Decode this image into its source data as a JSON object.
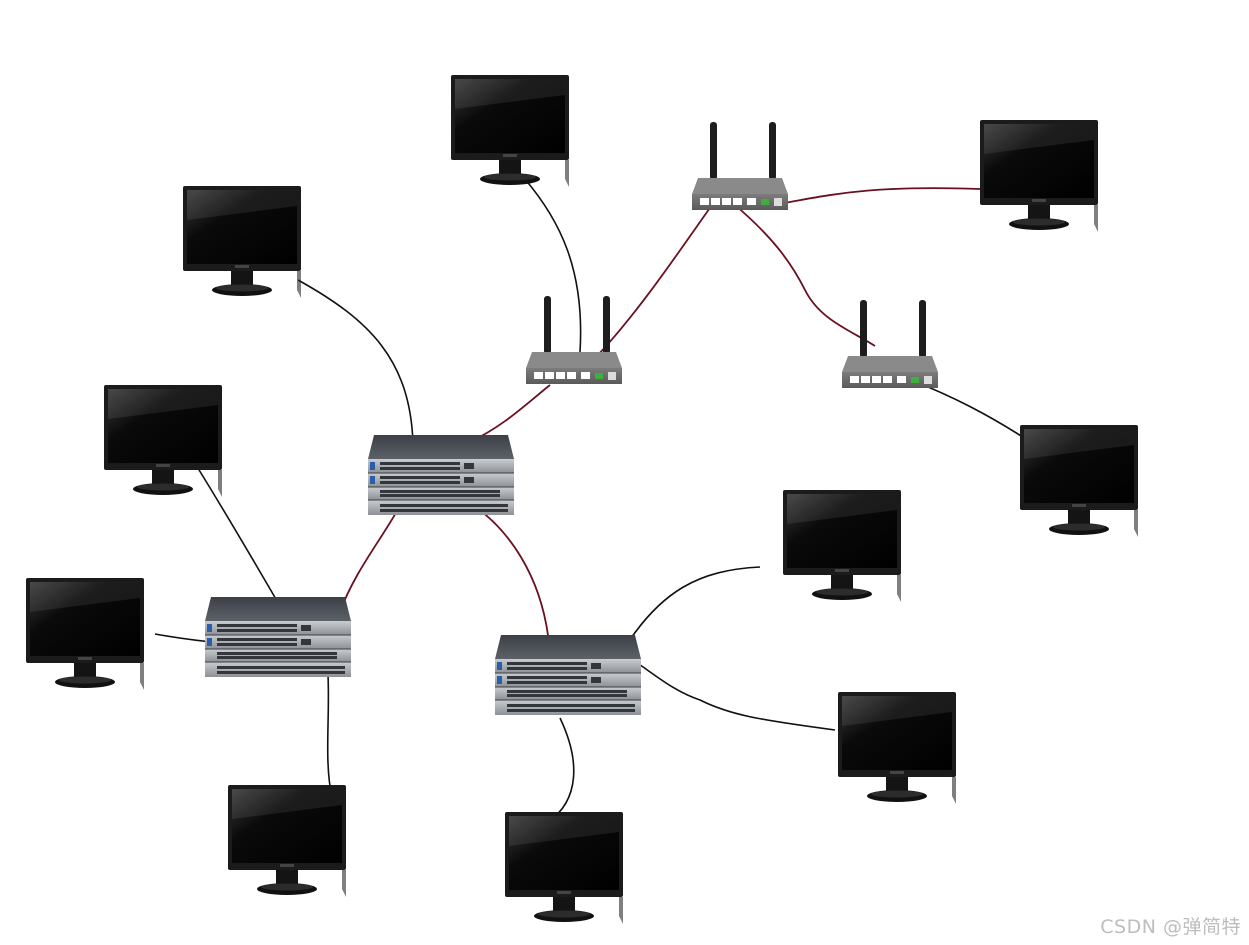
{
  "watermark": "CSDN @弹简特",
  "colors": {
    "pc_link": "#111111",
    "backbone_link": "#6a1020",
    "screen": "#050505",
    "bezel": "#1b1b1b",
    "device_body": "#6e6e6e",
    "switch_body": "#4a4f55"
  },
  "icons": {
    "computer": "monitor-icon",
    "router": "wireless-router-icon",
    "switch": "network-switch-icon"
  },
  "devices": {
    "computers": [
      {
        "id": "pc-1"
      },
      {
        "id": "pc-2"
      },
      {
        "id": "pc-3"
      },
      {
        "id": "pc-4"
      },
      {
        "id": "pc-5"
      },
      {
        "id": "pc-6"
      },
      {
        "id": "pc-7"
      },
      {
        "id": "pc-8"
      },
      {
        "id": "pc-9"
      },
      {
        "id": "pc-10"
      },
      {
        "id": "pc-11"
      }
    ],
    "routers": [
      {
        "id": "router-1"
      },
      {
        "id": "router-2"
      },
      {
        "id": "router-3"
      }
    ],
    "switches": [
      {
        "id": "switch-core"
      },
      {
        "id": "switch-left"
      },
      {
        "id": "switch-right"
      }
    ]
  },
  "links": [
    {
      "from": "pc-1",
      "to": "router-1",
      "type": "pc"
    },
    {
      "from": "router-1",
      "to": "router-2",
      "type": "backbone"
    },
    {
      "from": "router-2",
      "to": "pc-2",
      "type": "backbone"
    },
    {
      "from": "router-2",
      "to": "router-3",
      "type": "backbone"
    },
    {
      "from": "router-3",
      "to": "pc-3",
      "type": "pc"
    },
    {
      "from": "pc-4",
      "to": "switch-core",
      "type": "pc"
    },
    {
      "from": "switch-core",
      "to": "router-1",
      "type": "backbone"
    },
    {
      "from": "switch-core",
      "to": "switch-left",
      "type": "backbone"
    },
    {
      "from": "switch-core",
      "to": "switch-right",
      "type": "backbone"
    },
    {
      "from": "pc-5",
      "to": "switch-left",
      "type": "pc"
    },
    {
      "from": "pc-6",
      "to": "switch-left",
      "type": "pc"
    },
    {
      "from": "pc-7",
      "to": "switch-left",
      "type": "pc"
    },
    {
      "from": "pc-8",
      "to": "switch-right",
      "type": "pc"
    },
    {
      "from": "pc-9",
      "to": "switch-right",
      "type": "pc"
    },
    {
      "from": "pc-10",
      "to": "switch-right",
      "type": "pc"
    },
    {
      "from": "pc-11",
      "to": "switch-right",
      "type": "pc"
    }
  ]
}
